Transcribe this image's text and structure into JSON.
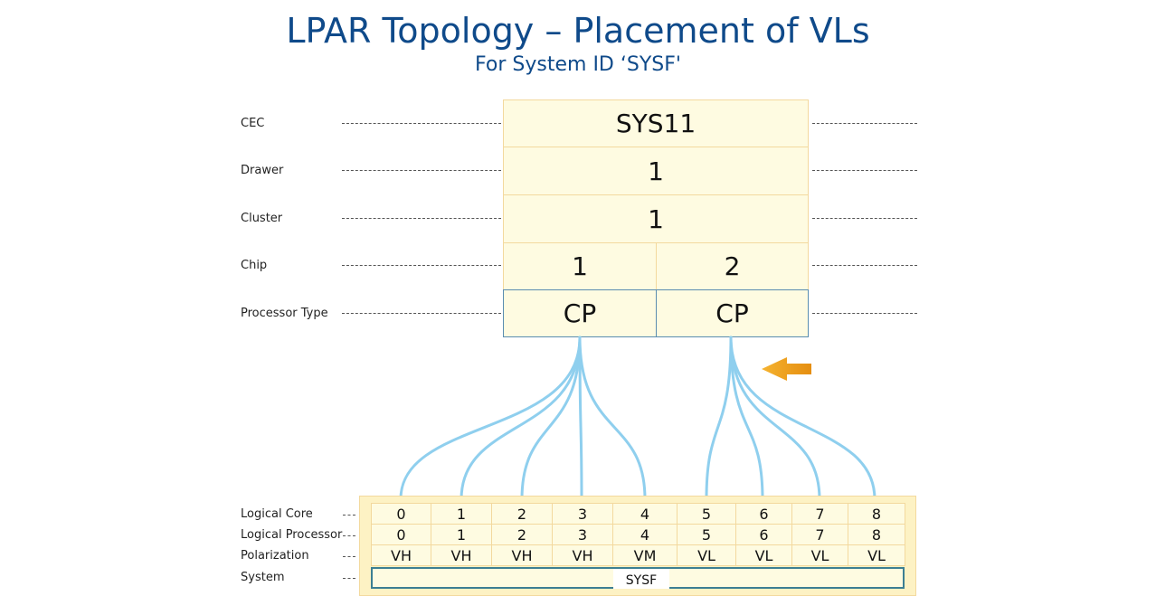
{
  "header": {
    "title": "LPAR Topology – Placement of VLs",
    "subtitle": "For System ID ‘SYSF'"
  },
  "levels": {
    "cec": {
      "label": "CEC",
      "value": "SYS11"
    },
    "drawer": {
      "label": "Drawer",
      "value": "1"
    },
    "cluster": {
      "label": "Cluster",
      "value": "1"
    },
    "chip": {
      "label": "Chip",
      "values": [
        "1",
        "2"
      ]
    },
    "processor_type": {
      "label": "Processor Type",
      "values": [
        "CP",
        "CP"
      ]
    }
  },
  "lower": {
    "labels": {
      "logical_core": "Logical Core",
      "logical_processor": "Logical Processor",
      "polarization": "Polarization",
      "system": "System"
    },
    "logical_core": [
      "0",
      "1",
      "2",
      "3",
      "4",
      "5",
      "6",
      "7",
      "8"
    ],
    "logical_processor": [
      "0",
      "1",
      "2",
      "3",
      "4",
      "5",
      "6",
      "7",
      "8"
    ],
    "polarization": [
      "VH",
      "VH",
      "VH",
      "VH",
      "VM",
      "VL",
      "VL",
      "VL",
      "VL"
    ],
    "system": "SYSF"
  },
  "connections": {
    "chip_1": [
      0,
      1,
      2,
      3,
      4
    ],
    "chip_2": [
      5,
      6,
      7,
      8
    ]
  },
  "colors": {
    "title": "#0f4a8a",
    "cell_fill": "#fefbe1",
    "cell_border": "#f3d99e",
    "proc_border": "#5a8db0",
    "link": "#8fcfee",
    "arrow": "#f0a020"
  },
  "arrow": {
    "icon": "arrow-left-icon",
    "points_to": "chip_2"
  }
}
